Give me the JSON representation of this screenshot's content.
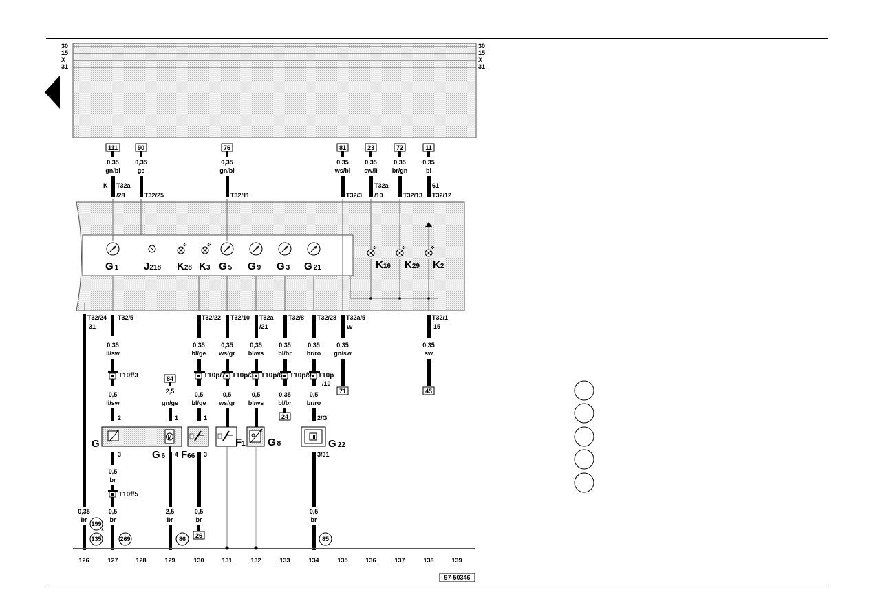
{
  "rails": {
    "left": [
      "30",
      "15",
      "X",
      "31"
    ],
    "right": [
      "30",
      "15",
      "X",
      "31"
    ]
  },
  "refs_top": [
    {
      "id": "r111",
      "text": "111"
    },
    {
      "id": "r90",
      "text": "90"
    },
    {
      "id": "r76",
      "text": "76"
    },
    {
      "id": "r81",
      "text": "81"
    },
    {
      "id": "r23",
      "text": "23"
    },
    {
      "id": "r72",
      "text": "72"
    },
    {
      "id": "r11",
      "text": "11"
    }
  ],
  "wires_top": [
    {
      "size": "0,35",
      "color": "gn/bl"
    },
    {
      "size": "0,35",
      "color": "ge"
    },
    {
      "size": "0,35",
      "color": "gn/bl"
    },
    {
      "size": "0,35",
      "color": "ws/bl"
    },
    {
      "size": "0,35",
      "color": "sw/li"
    },
    {
      "size": "0,35",
      "color": "br/gn"
    },
    {
      "size": "0,35",
      "color": "bl"
    }
  ],
  "connectors_top": {
    "k": "K",
    "t32a_28a": "T32a",
    "t32a_28b": "/28",
    "t32_25": "T32/25",
    "t32_11": "T32/11",
    "t32_3": "T32/3",
    "t32a_10a": "T32a",
    "t32a_10b": "/10",
    "t32_13": "T32/13",
    "t32_12": "T32/12",
    "n61": "61"
  },
  "cluster": [
    {
      "main": "G",
      "sub": "1"
    },
    {
      "main": "J",
      "sub": "218"
    },
    {
      "main": "K",
      "sub": "28"
    },
    {
      "main": "K",
      "sub": "3"
    },
    {
      "main": "G",
      "sub": "5"
    },
    {
      "main": "G",
      "sub": "9"
    },
    {
      "main": "G",
      "sub": "3"
    },
    {
      "main": "G",
      "sub": "21"
    },
    {
      "main": "K",
      "sub": "16"
    },
    {
      "main": "K",
      "sub": "29"
    },
    {
      "main": "K",
      "sub": "2"
    }
  ],
  "connectors_bottom": {
    "t32_24": "T32/24",
    "n31": "31",
    "t32_5": "T32/5",
    "t32_22": "T32/22",
    "t32_10": "T32/10",
    "t32a_21a": "T32a",
    "t32a_21b": "/21",
    "t32_8": "T32/8",
    "t32_28": "T32/28",
    "t32a_5": "T32a/5",
    "w": "W",
    "t32_1": "T32/1",
    "n15": "15"
  },
  "wires_mid": [
    {
      "size": "0,35",
      "color": "li/sw"
    },
    {
      "size": "0,35",
      "color": "bl/ge"
    },
    {
      "size": "0,35",
      "color": "ws/gr"
    },
    {
      "size": "0,35",
      "color": "bl/ws"
    },
    {
      "size": "0,35",
      "color": "bl/br"
    },
    {
      "size": "0,35",
      "color": "br/ro"
    },
    {
      "size": "0,35",
      "color": "gn/sw"
    },
    {
      "size": "0,35",
      "color": "sw"
    }
  ],
  "plugs": {
    "t10f3": "T10f/3",
    "t10p7": "T10p/7",
    "t10p3": "T10p/3",
    "t10p6": "T10p/6",
    "t10p9": "T10p/9",
    "t10p10a": "T10p",
    "t10p10b": "/10",
    "t10f5": "T10f/5"
  },
  "refs_mid": [
    {
      "id": "r71",
      "text": "71"
    },
    {
      "id": "r45",
      "text": "45"
    },
    {
      "id": "r84",
      "text": "84"
    },
    {
      "id": "r24",
      "text": "24"
    },
    {
      "id": "r26",
      "text": "26"
    }
  ],
  "wires_lower": [
    {
      "size": "0,5",
      "color": "li/sw"
    },
    {
      "size": "2,5",
      "color": "gn/ge"
    },
    {
      "size": "0,5",
      "color": "bl/ge"
    },
    {
      "size": "0,5",
      "color": "ws/gr"
    },
    {
      "size": "0,5",
      "color": "bl/ws"
    },
    {
      "size": "0,35",
      "color": "bl/br"
    },
    {
      "size": "0,5",
      "color": "br/ro"
    }
  ],
  "pins": {
    "p2": "2",
    "p1a": "1",
    "p1b": "1",
    "p2g": "2/G",
    "p3a": "3",
    "p4": "4",
    "p3b": "3",
    "p3_31": "3/31"
  },
  "senders": [
    {
      "main": "G",
      "sub": ""
    },
    {
      "main": "G",
      "sub": "6"
    },
    {
      "main": "F",
      "sub": "66"
    },
    {
      "main": "F",
      "sub": "1"
    },
    {
      "main": "G",
      "sub": "8"
    },
    {
      "main": "G",
      "sub": "22"
    }
  ],
  "wires_bottom": [
    {
      "size": "0,5",
      "color": "br"
    },
    {
      "size": "0,35",
      "color": "br"
    },
    {
      "size": "0,5",
      "color": "br"
    },
    {
      "size": "2,5",
      "color": "br"
    },
    {
      "size": "0,5",
      "color": "br"
    },
    {
      "size": "0,5",
      "color": "br"
    }
  ],
  "grounds": [
    {
      "text": "199"
    },
    {
      "text": "*"
    },
    {
      "text": "135"
    },
    {
      "text": "269"
    },
    {
      "text": "86"
    },
    {
      "text": "85"
    }
  ],
  "columns": [
    "126",
    "127",
    "128",
    "129",
    "130",
    "131",
    "132",
    "133",
    "134",
    "135",
    "136",
    "137",
    "138",
    "139"
  ],
  "drawing_no": "97-50346"
}
